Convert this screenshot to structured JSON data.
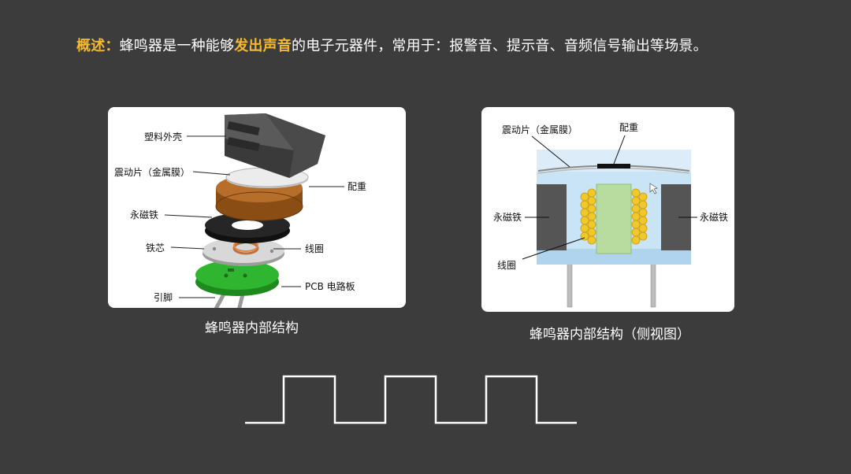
{
  "intro": {
    "label": "概述：",
    "text1": "蜂鸣器是一种能够",
    "highlight": "发出声音",
    "text2": "的电子元器件，常用于：报警音、提示音、音频信号输出等场景。"
  },
  "left_diagram": {
    "caption": "蜂鸣器内部结构",
    "labels": {
      "shell": "塑料外壳",
      "diaphragm": "震动片（金属膜）",
      "weight": "配重",
      "magnet": "永磁铁",
      "core": "铁芯",
      "coil": "线圈",
      "pcb": "PCB 电路板",
      "pins": "引脚"
    }
  },
  "right_diagram": {
    "caption": "蜂鸣器内部结构（侧视图）",
    "labels": {
      "diaphragm": "震动片（金属膜）",
      "weight": "配重",
      "magnet_left": "永磁铁",
      "magnet_right": "永磁铁",
      "coil": "线圈"
    }
  },
  "colors": {
    "background": "#3c3c3c",
    "highlight": "#f5b82e",
    "pcb": "#2fb52f",
    "coil_copper": "#a0581e",
    "coil_gold": "#f0c82a",
    "core_green": "#b8dca0",
    "housing_blue": "#c8e4f5"
  }
}
